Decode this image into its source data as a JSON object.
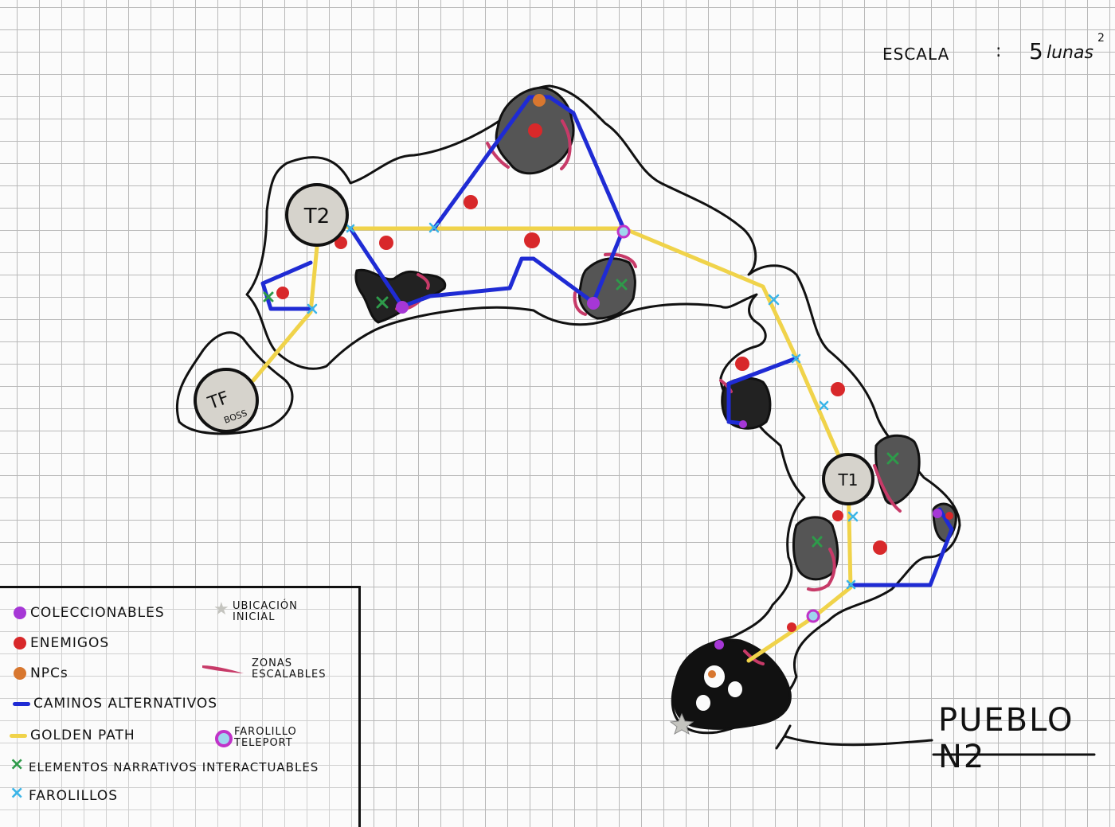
{
  "scale": {
    "label": "ESCALA",
    "separator": ":",
    "value": "5",
    "unit": "lunas",
    "exponent": "2"
  },
  "map": {
    "towns": [
      {
        "id": "t2",
        "label": "T2"
      },
      {
        "id": "t1",
        "label": "T1"
      },
      {
        "id": "tf",
        "label": "TF",
        "sublabel": "BOSS"
      }
    ],
    "place_label": "PUEBLO N2"
  },
  "legend": {
    "items": [
      {
        "key": "collectibles",
        "label": "COLECCIONABLES",
        "color": "#a637d6",
        "icon": "purple-dot"
      },
      {
        "key": "enemies",
        "label": "ENEMIGOS",
        "color": "#d8282a",
        "icon": "red-dot"
      },
      {
        "key": "npcs",
        "label": "NPCs",
        "color": "#d8772f",
        "icon": "orange-dot"
      },
      {
        "key": "alt_paths",
        "label": "CAMINOS ALTERNATIVOS",
        "color": "#1f2bd4",
        "icon": "blue-line"
      },
      {
        "key": "golden_path",
        "label": "GOLDEN PATH",
        "color": "#f0d34a",
        "icon": "yellow-line"
      },
      {
        "key": "narrative",
        "label": "ELEMENTOS NARRATIVOS INTERACTUABLES",
        "color": "#2e9a4a",
        "icon": "green-x"
      },
      {
        "key": "lanterns",
        "label": "FAROLILLOS",
        "color": "#3bb5e8",
        "icon": "cyan-x"
      },
      {
        "key": "start",
        "label": "UBICACIÓN INICIAL",
        "color": "#c4c4bf",
        "icon": "grey-star"
      },
      {
        "key": "climbable",
        "label": "ZONAS ESCALABLES",
        "color": "#c73a68",
        "icon": "crimson-stroke"
      },
      {
        "key": "teleport",
        "label": "FAROLILLO TELEPORT",
        "color": "#c033c8",
        "icon": "teleport-ring"
      }
    ]
  },
  "colors": {
    "outline": "#111111",
    "rock": "#555555",
    "town_fill": "#d6d3cc",
    "grid": "#b9b9b9"
  }
}
